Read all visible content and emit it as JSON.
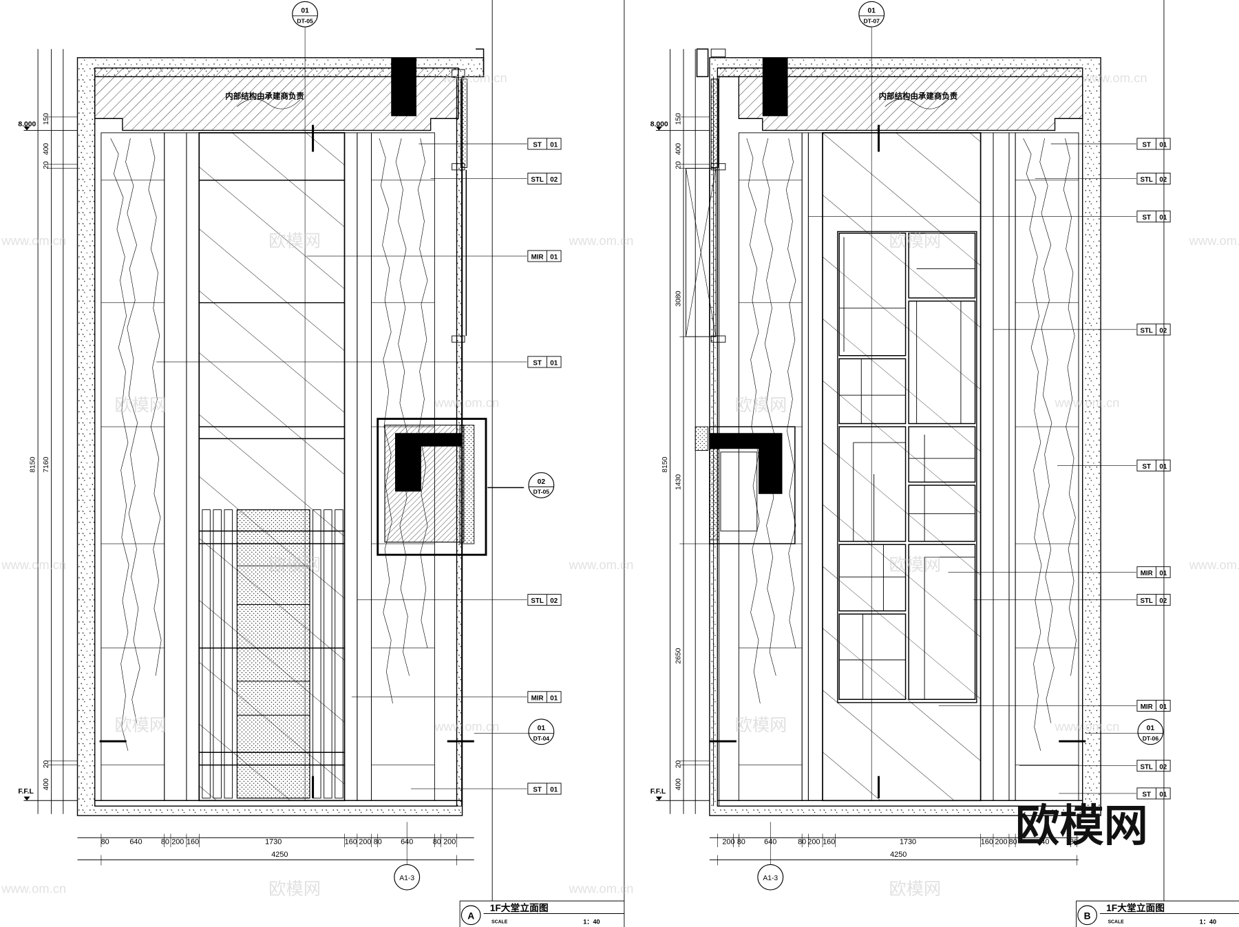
{
  "drawing": {
    "left_elevation": {
      "top_callout": {
        "num": "01",
        "ref": "DT-05"
      },
      "slab_note": "内部结构由承建商负责",
      "level_top": "8.000",
      "level_bottom": "F.F.L",
      "vertical_dims": [
        "150",
        "400",
        "20",
        "8150",
        "7160",
        "20",
        "400"
      ],
      "tags": [
        {
          "code": "ST",
          "num": "01"
        },
        {
          "code": "STL",
          "num": "02"
        },
        {
          "code": "MIR",
          "num": "01"
        },
        {
          "code": "ST",
          "num": "01"
        },
        {
          "code": "STL",
          "num": "02"
        },
        {
          "code": "MIR",
          "num": "01"
        },
        {
          "code": "ST",
          "num": "01"
        }
      ],
      "side_callout": {
        "num": "02",
        "ref": "DT-05"
      },
      "low_callout": {
        "num": "01",
        "ref": "DT-04"
      },
      "horizontal_dims": [
        "80",
        "640",
        "80",
        "200",
        "160",
        "1730",
        "160",
        "200",
        "80",
        "640",
        "80",
        "200"
      ],
      "total_dim": "4250",
      "grid": "A1-3",
      "title_letter": "A",
      "title": "1F大堂立面图",
      "scale_label": "SCALE",
      "scale_value": "1：40"
    },
    "right_elevation": {
      "top_callout": {
        "num": "01",
        "ref": "DT-07"
      },
      "slab_note": "内部结构由承建商负责",
      "level_top": "8.000",
      "level_bottom": "F.F.L",
      "vertical_dims": [
        "150",
        "400",
        "20",
        "3080",
        "8150",
        "1430",
        "2650",
        "20",
        "400"
      ],
      "tags": [
        {
          "code": "ST",
          "num": "01"
        },
        {
          "code": "STL",
          "num": "02"
        },
        {
          "code": "ST",
          "num": "01"
        },
        {
          "code": "STL",
          "num": "02"
        },
        {
          "code": "ST",
          "num": "01"
        },
        {
          "code": "MIR",
          "num": "01"
        },
        {
          "code": "STL",
          "num": "02"
        },
        {
          "code": "MIR",
          "num": "01"
        },
        {
          "code": "STL",
          "num": "02"
        },
        {
          "code": "ST",
          "num": "01"
        }
      ],
      "low_callout": {
        "num": "01",
        "ref": "DT-06"
      },
      "horizontal_dims": [
        "200",
        "80",
        "640",
        "80",
        "200",
        "160",
        "1730",
        "160",
        "200",
        "80",
        "640",
        "80"
      ],
      "total_dim": "4250",
      "grid": "A1-3",
      "title_letter": "B",
      "title": "1F大堂立面图",
      "scale_label": "SCALE",
      "scale_value": "1：40"
    },
    "watermarks": [
      "www.om.cn",
      "欧模网"
    ],
    "logo_text": "欧模网"
  }
}
